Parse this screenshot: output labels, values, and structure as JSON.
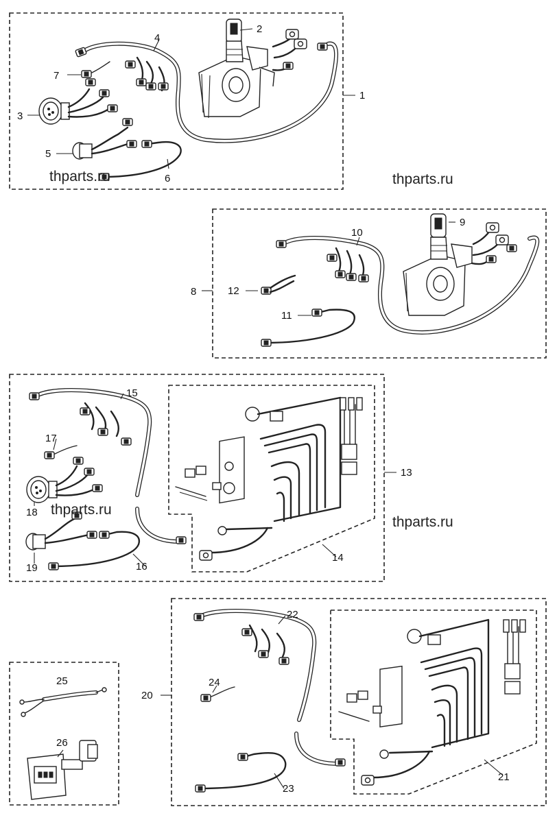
{
  "callouts": {
    "c1": "1",
    "c2": "2",
    "c3": "3",
    "c4": "4",
    "c5": "5",
    "c6": "6",
    "c7": "7",
    "c8": "8",
    "c9": "9",
    "c10": "10",
    "c11": "11",
    "c12": "12",
    "c13": "13",
    "c14": "14",
    "c15": "15",
    "c16": "16",
    "c17": "17",
    "c18": "18",
    "c19": "19",
    "c20": "20",
    "c21": "21",
    "c22": "22",
    "c23": "23",
    "c24": "24",
    "c25": "25",
    "c26": "26"
  },
  "watermarks": {
    "wm1": "thparts.ru",
    "wm2": "thparts.ru",
    "wm3": "thparts.ru",
    "wm4": "thparts.ru"
  }
}
